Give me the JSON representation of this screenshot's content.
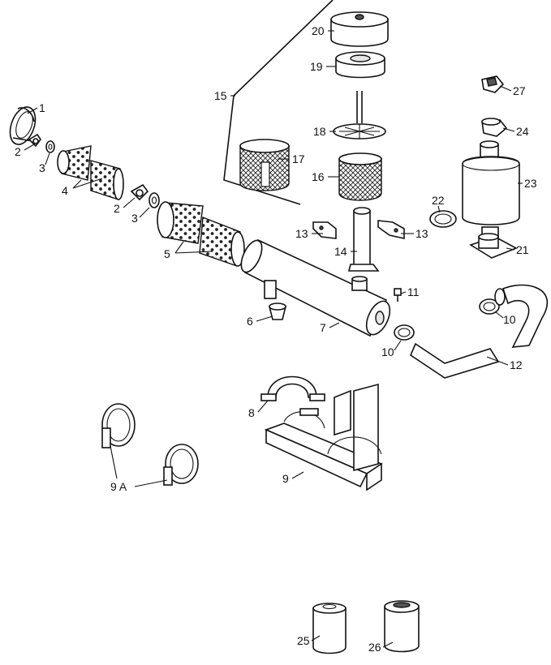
{
  "diagram": {
    "callouts": [
      {
        "id": "c1",
        "text": "1"
      },
      {
        "id": "c2a",
        "text": "2"
      },
      {
        "id": "c3a",
        "text": "3"
      },
      {
        "id": "c4",
        "text": "4"
      },
      {
        "id": "c2b",
        "text": "2"
      },
      {
        "id": "c3b",
        "text": "3"
      },
      {
        "id": "c5",
        "text": "5"
      },
      {
        "id": "c15",
        "text": "15"
      },
      {
        "id": "c20",
        "text": "20"
      },
      {
        "id": "c19",
        "text": "19"
      },
      {
        "id": "c18",
        "text": "18"
      },
      {
        "id": "c17",
        "text": "17"
      },
      {
        "id": "c16",
        "text": "16"
      },
      {
        "id": "c13a",
        "text": "13"
      },
      {
        "id": "c13b",
        "text": "13"
      },
      {
        "id": "c14",
        "text": "14"
      },
      {
        "id": "c22",
        "text": "22"
      },
      {
        "id": "c27",
        "text": "27"
      },
      {
        "id": "c24",
        "text": "24"
      },
      {
        "id": "c23",
        "text": "23"
      },
      {
        "id": "c21",
        "text": "21"
      },
      {
        "id": "c11",
        "text": "11"
      },
      {
        "id": "c6",
        "text": "6"
      },
      {
        "id": "c7",
        "text": "7"
      },
      {
        "id": "c10a",
        "text": "10"
      },
      {
        "id": "c10b",
        "text": "10"
      },
      {
        "id": "c12",
        "text": "12"
      },
      {
        "id": "c8",
        "text": "8"
      },
      {
        "id": "c9",
        "text": "9"
      },
      {
        "id": "c9a",
        "text": "9 A"
      },
      {
        "id": "c25",
        "text": "25"
      },
      {
        "id": "c26",
        "text": "26"
      }
    ]
  }
}
